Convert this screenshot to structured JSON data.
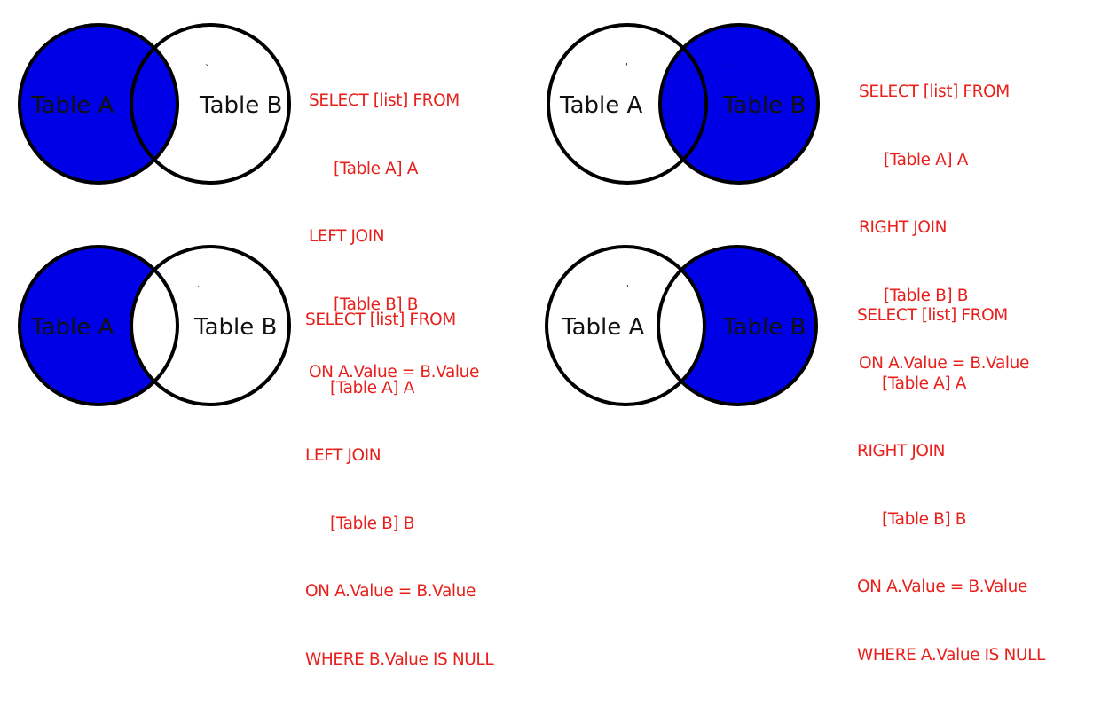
{
  "colors": {
    "fill": "#0000e6",
    "stroke": "#000000",
    "text": "#111111",
    "sql": "#e8201c",
    "background": "#ffffff"
  },
  "panels": [
    {
      "id": "left-join",
      "shaded": "A",
      "label_a": "Table A",
      "label_b": "Table B",
      "sql": [
        "SELECT [list] FROM",
        "[Table A] A",
        "LEFT JOIN",
        "[Table B] B",
        "ON A.Value = B.Value"
      ]
    },
    {
      "id": "right-join",
      "shaded": "B",
      "label_a": "Table A",
      "label_b": "Table B",
      "sql": [
        "SELECT [list] FROM",
        "[Table A] A",
        "RIGHT JOIN",
        "[Table B] B",
        "ON A.Value = B.Value"
      ]
    },
    {
      "id": "left-join-where-null",
      "shaded": "A-only",
      "label_a": "Table A",
      "label_b": "Table B",
      "sql": [
        "SELECT [list] FROM",
        "[Table A] A",
        "LEFT JOIN",
        "[Table B] B",
        "ON A.Value = B.Value",
        "WHERE B.Value IS NULL"
      ]
    },
    {
      "id": "right-join-where-null",
      "shaded": "B-only",
      "label_a": "Table A",
      "label_b": "Table B",
      "sql": [
        "SELECT [list] FROM",
        "[Table A] A",
        "RIGHT JOIN",
        "[Table B] B",
        "ON A.Value = B.Value",
        "WHERE A.Value IS NULL"
      ]
    }
  ]
}
